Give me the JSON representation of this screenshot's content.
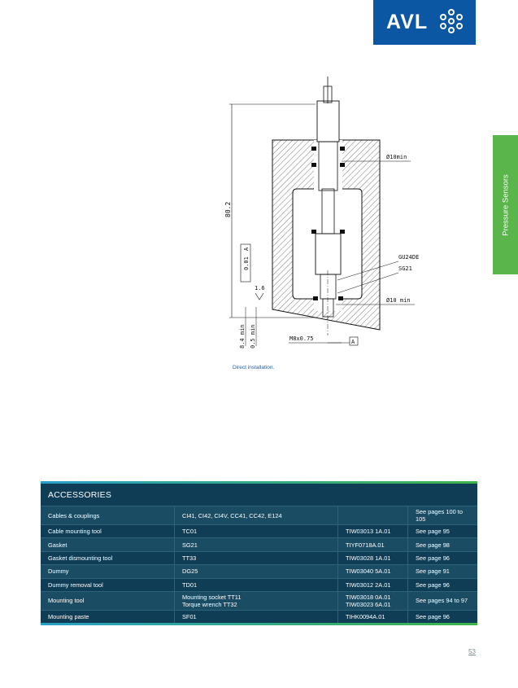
{
  "logo": {
    "text": "AVL"
  },
  "side_tab": {
    "label": "Pressure Sensors"
  },
  "drawing": {
    "labels": {
      "dim_total": "80.2",
      "d10min_top": "Ø10min",
      "gasket": "GU24DE",
      "seal": "SG21",
      "d10min_bot": "Ø10 min",
      "roughness": "1.6",
      "flatness": "0.01",
      "datum": "A",
      "depth1": "8.4 min",
      "depth2": "0.5 min",
      "thread": "M8x0.75",
      "datum_ref": "A"
    }
  },
  "caption": "Direct installation.",
  "accessories": {
    "title": "ACCESSORIES",
    "rows": [
      {
        "name": "Cables & couplings",
        "type": [
          "CI41, CI42, CI4V, CC41, CC42, E124"
        ],
        "part": [
          ""
        ],
        "ref": "See pages 100 to 105"
      },
      {
        "name": "Cable mounting tool",
        "type": [
          "TC01"
        ],
        "part": [
          "TIW03013 1A.01"
        ],
        "ref": "See page 95"
      },
      {
        "name": "Gasket",
        "type": [
          "SG21"
        ],
        "part": [
          "TIYF0718A.01"
        ],
        "ref": "See page 98"
      },
      {
        "name": "Gasket dismounting tool",
        "type": [
          "TT33"
        ],
        "part": [
          "TIW03028 1A.01"
        ],
        "ref": "See page 96"
      },
      {
        "name": "Dummy",
        "type": [
          "DG25"
        ],
        "part": [
          "TIW03040 5A.01"
        ],
        "ref": "See page 91"
      },
      {
        "name": "Dummy removal tool",
        "type": [
          "TD01"
        ],
        "part": [
          "TIW03012 2A.01"
        ],
        "ref": "See page 96"
      },
      {
        "name": "Mounting tool",
        "type": [
          "Mounting socket TT11",
          "Torque wrench TT32"
        ],
        "part": [
          "TIW03018 0A.01",
          "TIW03023 6A.01"
        ],
        "ref": "See pages 94 to 97"
      },
      {
        "name": "Mounting paste",
        "type": [
          "SF01"
        ],
        "part": [
          "TIHK0094A.01"
        ],
        "ref": "See page 96"
      }
    ]
  },
  "page_number": "53"
}
